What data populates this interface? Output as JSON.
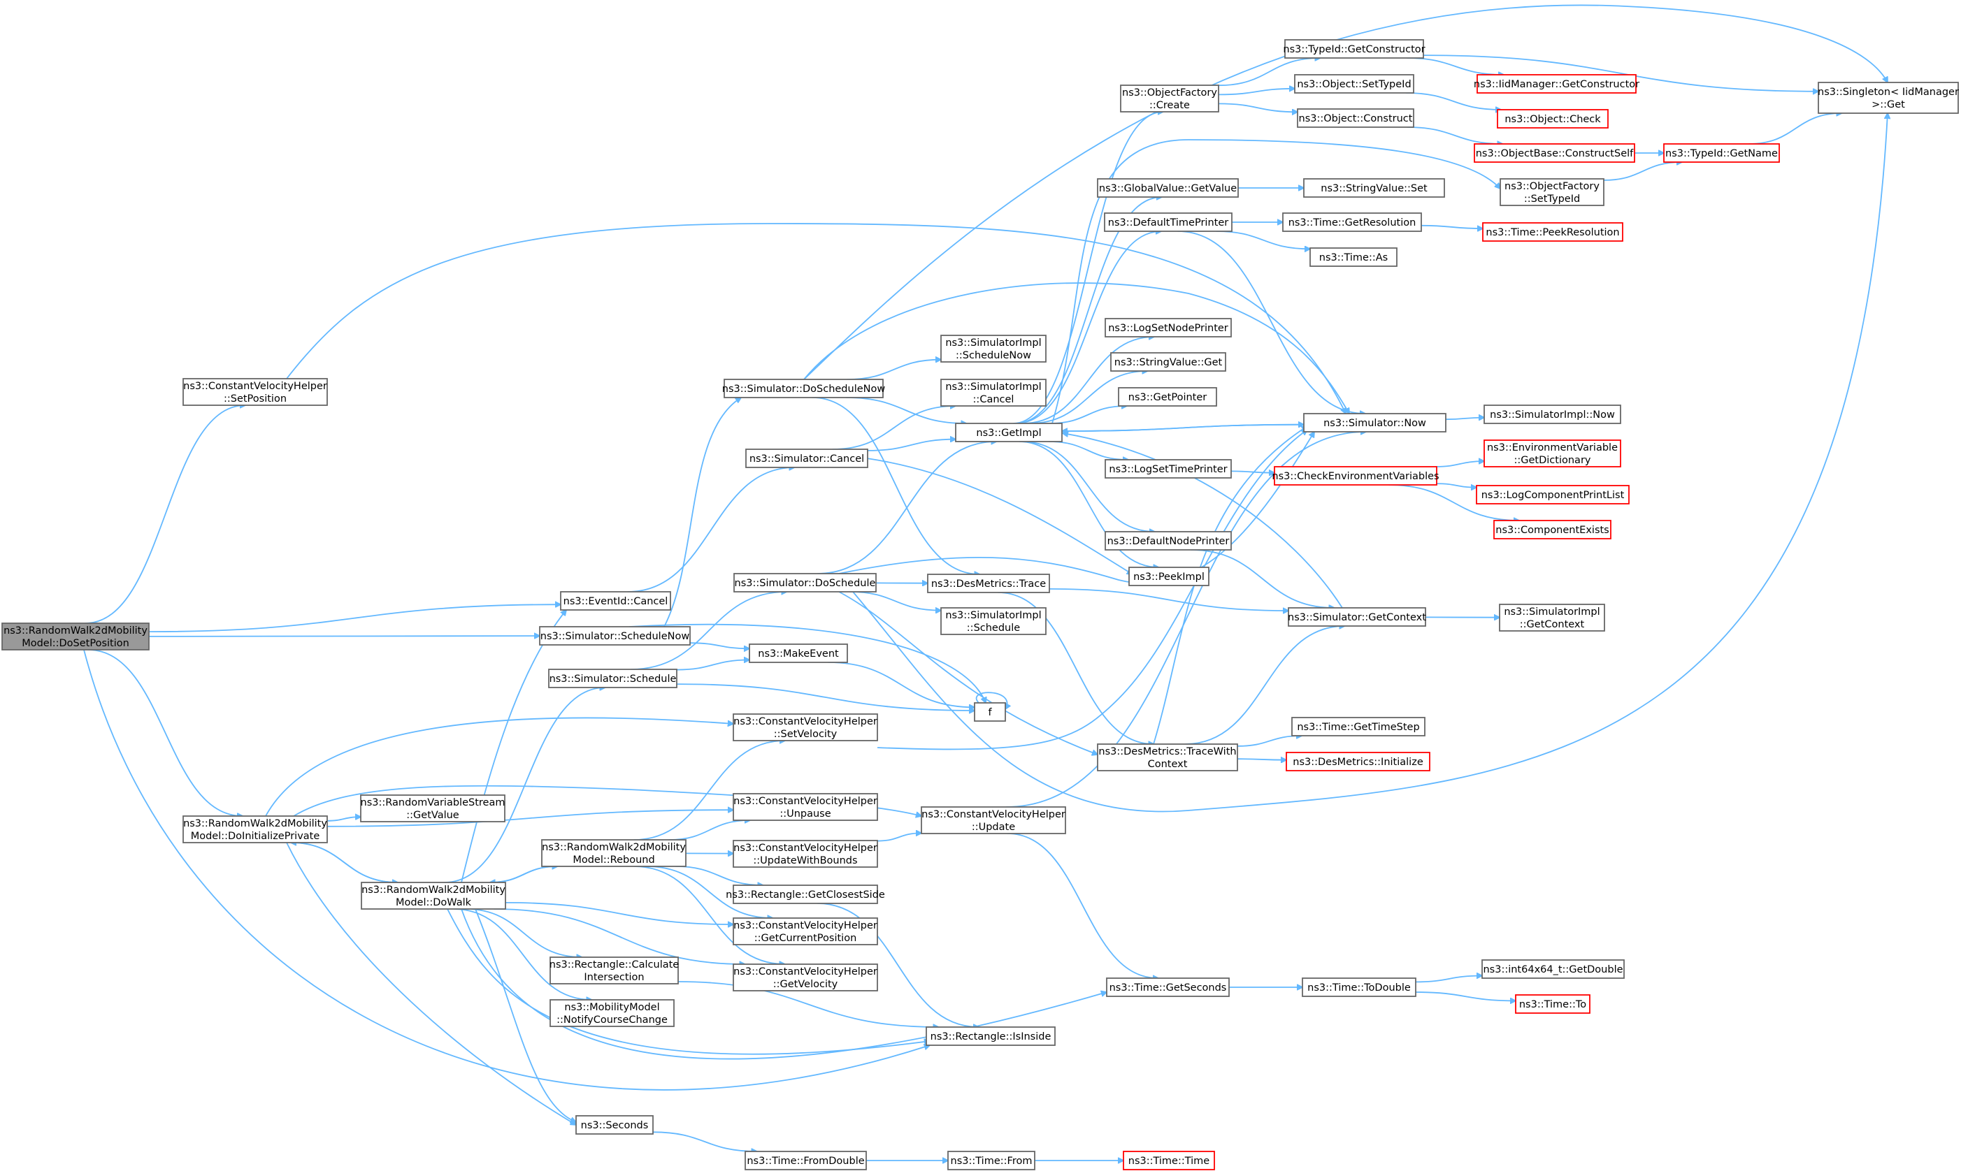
{
  "nodes": [
    {
      "id": "root",
      "lines": [
        "ns3::RandomWalk2dMobility",
        "Model::DoSetPosition"
      ],
      "kind": "root"
    },
    {
      "id": "cvh_setpos",
      "lines": [
        "ns3::ConstantVelocityHelper",
        "::SetPosition"
      ]
    },
    {
      "id": "singleton_get",
      "lines": [
        "ns3::Singleton< IidManager",
        ">::Get"
      ]
    },
    {
      "id": "simulator_now",
      "lines": [
        "ns3::Simulator::Now"
      ]
    },
    {
      "id": "simimpl_now",
      "lines": [
        "ns3::SimulatorImpl::Now"
      ]
    },
    {
      "id": "eventid_cancel",
      "lines": [
        "ns3::EventId::Cancel"
      ]
    },
    {
      "id": "sim_cancel",
      "lines": [
        "ns3::Simulator::Cancel"
      ]
    },
    {
      "id": "getimpl",
      "lines": [
        "ns3::GetImpl"
      ]
    },
    {
      "id": "simimpl_cancel",
      "lines": [
        "ns3::SimulatorImpl",
        "::Cancel"
      ]
    },
    {
      "id": "peekimpl",
      "lines": [
        "ns3::PeekImpl"
      ]
    },
    {
      "id": "sim_doschedulenow",
      "lines": [
        "ns3::Simulator::DoScheduleNow"
      ]
    },
    {
      "id": "simimpl_schedulenow",
      "lines": [
        "ns3::SimulatorImpl",
        "::ScheduleNow"
      ]
    },
    {
      "id": "desmetrics_trace",
      "lines": [
        "ns3::DesMetrics::Trace"
      ]
    },
    {
      "id": "sim_schedulenow",
      "lines": [
        "ns3::Simulator::ScheduleNow"
      ]
    },
    {
      "id": "makeevent",
      "lines": [
        "ns3::MakeEvent"
      ]
    },
    {
      "id": "f",
      "lines": [
        "f"
      ]
    },
    {
      "id": "sim_schedule",
      "lines": [
        "ns3::Simulator::Schedule"
      ]
    },
    {
      "id": "sim_doschedule",
      "lines": [
        "ns3::Simulator::DoSchedule"
      ]
    },
    {
      "id": "simimpl_schedule",
      "lines": [
        "ns3::SimulatorImpl",
        "::Schedule"
      ]
    },
    {
      "id": "objfactory_create",
      "lines": [
        "ns3::ObjectFactory",
        "::Create"
      ]
    },
    {
      "id": "typeid_getconstructor",
      "lines": [
        "ns3::TypeId::GetConstructor"
      ]
    },
    {
      "id": "iidmanager_getconstructor",
      "lines": [
        "ns3::IidManager::GetConstructor"
      ],
      "kind": "missing"
    },
    {
      "id": "object_settypeid",
      "lines": [
        "ns3::Object::SetTypeId"
      ]
    },
    {
      "id": "object_check",
      "lines": [
        "ns3::Object::Check"
      ],
      "kind": "missing"
    },
    {
      "id": "object_construct",
      "lines": [
        "ns3::Object::Construct"
      ]
    },
    {
      "id": "objectbase_constructself",
      "lines": [
        "ns3::ObjectBase::ConstructSelf"
      ],
      "kind": "missing"
    },
    {
      "id": "typeid_getname",
      "lines": [
        "ns3::TypeId::GetName"
      ],
      "kind": "missing"
    },
    {
      "id": "objfactory_settypeid",
      "lines": [
        "ns3::ObjectFactory",
        "::SetTypeId"
      ]
    },
    {
      "id": "globalvalue_getvalue",
      "lines": [
        "ns3::GlobalValue::GetValue"
      ]
    },
    {
      "id": "stringvalue_set",
      "lines": [
        "ns3::StringValue::Set"
      ]
    },
    {
      "id": "defaulttimeprinter",
      "lines": [
        "ns3::DefaultTimePrinter"
      ]
    },
    {
      "id": "time_getresolution",
      "lines": [
        "ns3::Time::GetResolution"
      ]
    },
    {
      "id": "time_peekresolution",
      "lines": [
        "ns3::Time::PeekResolution"
      ],
      "kind": "missing"
    },
    {
      "id": "time_as",
      "lines": [
        "ns3::Time::As"
      ]
    },
    {
      "id": "logsetnodeprinter",
      "lines": [
        "ns3::LogSetNodePrinter"
      ]
    },
    {
      "id": "stringvalue_get",
      "lines": [
        "ns3::StringValue::Get"
      ]
    },
    {
      "id": "getpointer",
      "lines": [
        "ns3::GetPointer"
      ]
    },
    {
      "id": "logsettimeprinter",
      "lines": [
        "ns3::LogSetTimePrinter"
      ]
    },
    {
      "id": "checkenvvars",
      "lines": [
        "ns3::CheckEnvironmentVariables"
      ],
      "kind": "missing"
    },
    {
      "id": "envvar_getdict",
      "lines": [
        "ns3::EnvironmentVariable",
        "::GetDictionary"
      ],
      "kind": "missing"
    },
    {
      "id": "logcomponentprintlist",
      "lines": [
        "ns3::LogComponentPrintList"
      ],
      "kind": "missing"
    },
    {
      "id": "componentexists",
      "lines": [
        "ns3::ComponentExists"
      ],
      "kind": "missing"
    },
    {
      "id": "defaultnodeprinter",
      "lines": [
        "ns3::DefaultNodePrinter"
      ]
    },
    {
      "id": "sim_getcontext",
      "lines": [
        "ns3::Simulator::GetContext"
      ]
    },
    {
      "id": "simimpl_getcontext",
      "lines": [
        "ns3::SimulatorImpl",
        "::GetContext"
      ]
    },
    {
      "id": "desmetrics_tracewithcontext",
      "lines": [
        "ns3::DesMetrics::TraceWith",
        "Context"
      ]
    },
    {
      "id": "time_gettimestep",
      "lines": [
        "ns3::Time::GetTimeStep"
      ]
    },
    {
      "id": "desmetrics_initialize",
      "lines": [
        "ns3::DesMetrics::Initialize"
      ],
      "kind": "missing"
    },
    {
      "id": "cvh_setvelocity",
      "lines": [
        "ns3::ConstantVelocityHelper",
        "::SetVelocity"
      ]
    },
    {
      "id": "rw_doinitprivate",
      "lines": [
        "ns3::RandomWalk2dMobility",
        "Model::DoInitializePrivate"
      ]
    },
    {
      "id": "rvs_getvalue",
      "lines": [
        "ns3::RandomVariableStream",
        "::GetValue"
      ]
    },
    {
      "id": "cvh_unpause",
      "lines": [
        "ns3::ConstantVelocityHelper",
        "::Unpause"
      ]
    },
    {
      "id": "cvh_update",
      "lines": [
        "ns3::ConstantVelocityHelper",
        "::Update"
      ]
    },
    {
      "id": "rw_rebound",
      "lines": [
        "ns3::RandomWalk2dMobility",
        "Model::Rebound"
      ]
    },
    {
      "id": "cvh_updatewithbounds",
      "lines": [
        "ns3::ConstantVelocityHelper",
        "::UpdateWithBounds"
      ]
    },
    {
      "id": "rw_dowalk",
      "lines": [
        "ns3::RandomWalk2dMobility",
        "Model::DoWalk"
      ]
    },
    {
      "id": "rect_getclosestside",
      "lines": [
        "ns3::Rectangle::GetClosestSide"
      ]
    },
    {
      "id": "cvh_getcurrentposition",
      "lines": [
        "ns3::ConstantVelocityHelper",
        "::GetCurrentPosition"
      ]
    },
    {
      "id": "rect_calcintersection",
      "lines": [
        "ns3::Rectangle::Calculate",
        "Intersection"
      ]
    },
    {
      "id": "cvh_getvelocity",
      "lines": [
        "ns3::ConstantVelocityHelper",
        "::GetVelocity"
      ]
    },
    {
      "id": "mobility_notify",
      "lines": [
        "ns3::MobilityModel",
        "::NotifyCourseChange"
      ]
    },
    {
      "id": "rect_isinside",
      "lines": [
        "ns3::Rectangle::IsInside"
      ]
    },
    {
      "id": "time_getseconds",
      "lines": [
        "ns3::Time::GetSeconds"
      ]
    },
    {
      "id": "time_todouble",
      "lines": [
        "ns3::Time::ToDouble"
      ]
    },
    {
      "id": "int64x64_getdouble",
      "lines": [
        "ns3::int64x64_t::GetDouble"
      ]
    },
    {
      "id": "time_to",
      "lines": [
        "ns3::Time::To"
      ],
      "kind": "missing"
    },
    {
      "id": "seconds",
      "lines": [
        "ns3::Seconds"
      ]
    },
    {
      "id": "time_fromdouble",
      "lines": [
        "ns3::Time::FromDouble"
      ]
    },
    {
      "id": "time_from",
      "lines": [
        "ns3::Time::From"
      ]
    },
    {
      "id": "time_time",
      "lines": [
        "ns3::Time::Time"
      ],
      "kind": "missing"
    }
  ],
  "colors": {
    "edge": "#63b8ff",
    "border": "#666666",
    "missing": "#ff0000",
    "root_fill": "#999999"
  }
}
